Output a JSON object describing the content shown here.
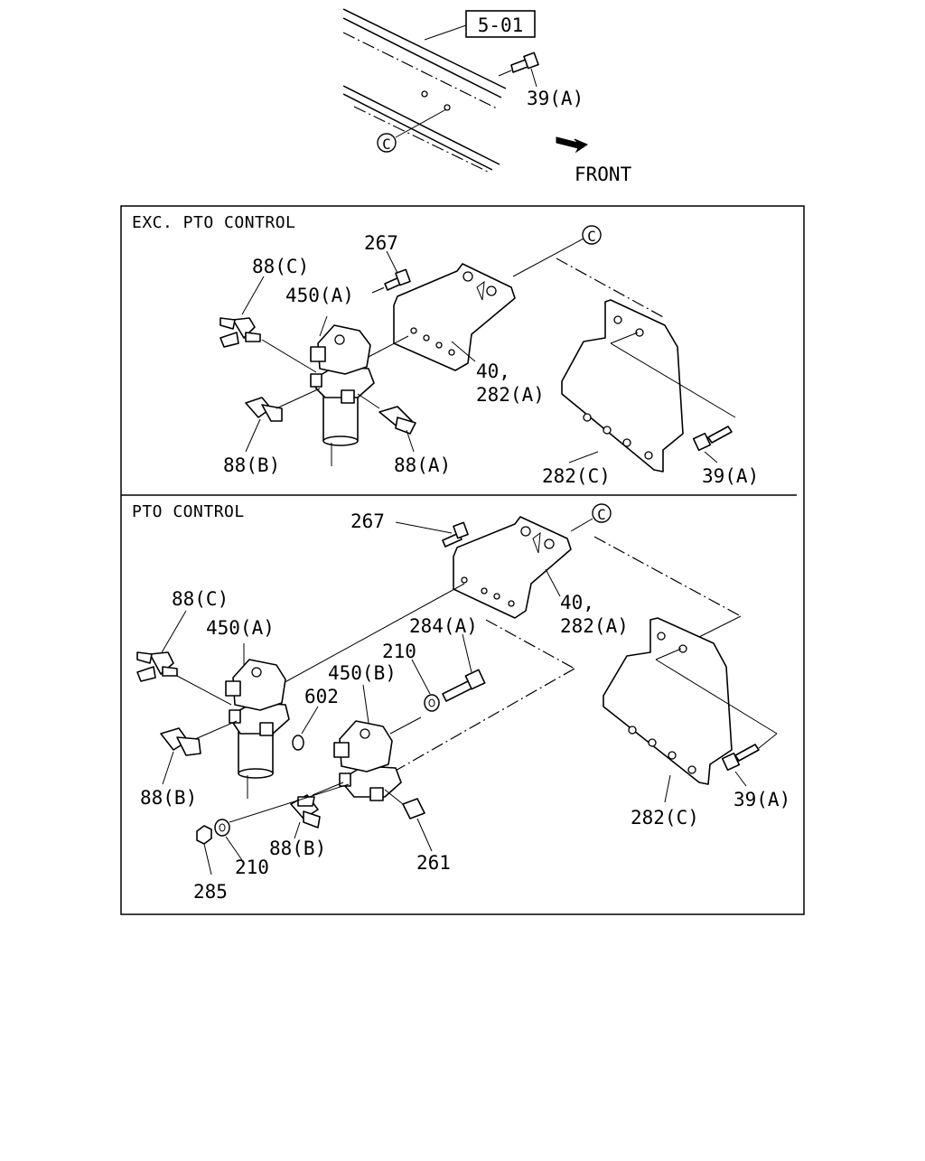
{
  "header": {
    "ref_box": "5-01",
    "front_label": "FRONT",
    "circle_c": "C"
  },
  "sections": [
    {
      "title": "EXC. PTO CONTROL"
    },
    {
      "title": "PTO CONTROL"
    }
  ],
  "labels": {
    "top": [
      "39(A)"
    ],
    "exc": [
      "267",
      "88(C)",
      "450(A)",
      "40,",
      "282(A)",
      "88(B)",
      "88(A)",
      "282(C)",
      "39(A)"
    ],
    "pto": [
      "267",
      "40,",
      "282(A)",
      "88(C)",
      "450(A)",
      "284(A)",
      "210",
      "450(B)",
      "602",
      "88(B)",
      "282(C)",
      "39(A)",
      "88(B)",
      "210",
      "285",
      "261"
    ]
  }
}
